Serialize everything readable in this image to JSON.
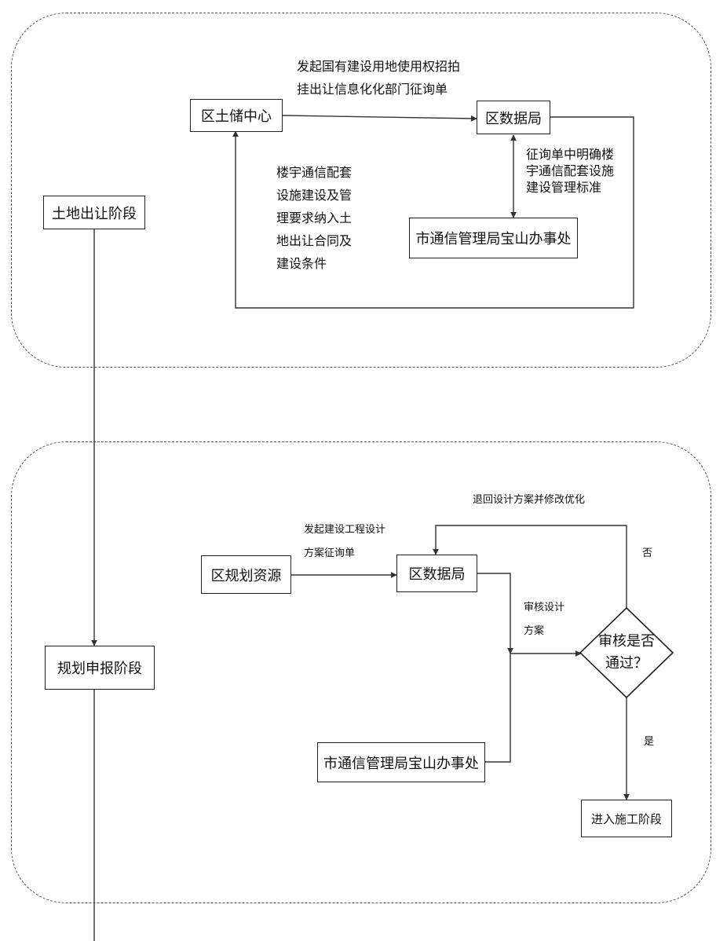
{
  "stage1": {
    "stage_label": "土地出让阶段",
    "nodes": {
      "land_center": "区土储中心",
      "data_bureau": "区数据局",
      "telecom_office": "市通信管理局宝山办事处"
    },
    "labels": {
      "inquiry": "发起国有建设用地使用权招拍\n挂出让信息化化部门征询单",
      "standard": "征询单中明确楼\n宇通信配套设施\n建设管理标准",
      "contract": "楼宇通信配套\n设施建设及管\n理要求纳入土\n地出让合同及\n建设条件"
    }
  },
  "stage2": {
    "stage_label": "规划申报阶段",
    "nodes": {
      "planning": "区规划资源",
      "data_bureau": "区数据局",
      "telecom_office": "市通信管理局宝山办事处",
      "construction": "进入施工阶段"
    },
    "decision": "审核是否\n通过？",
    "labels": {
      "design_inquiry": "发起建设工程设计\n方案征询单",
      "review": "审核设计\n方案",
      "return": "退回设计方案并修改优化",
      "no": "否",
      "yes": "是"
    }
  }
}
